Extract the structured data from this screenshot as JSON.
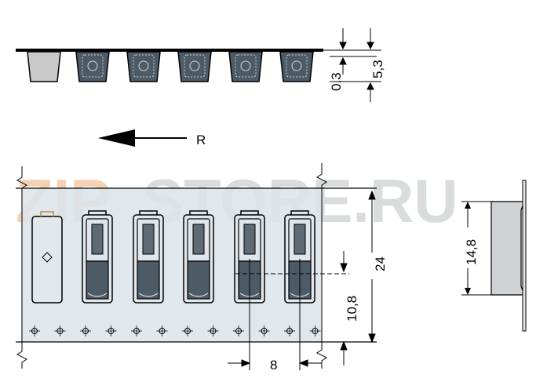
{
  "diagram": {
    "direction_label": "R",
    "dimensions": {
      "pocket_depth": "5,3",
      "cover_thickness": "0,3",
      "tape_width": "24",
      "hole_to_pocket": "10,8",
      "pitch": "8",
      "component_length": "14,8"
    },
    "watermark": {
      "prefix": "ZIP",
      "suffix": "STORE.RU"
    },
    "colors": {
      "line": "#000000",
      "tape_fill": "#dce4ea",
      "empty_pocket": "#c9c9c9",
      "component_dark": "#4d5b66",
      "watermark_orange": "#f3c9a6",
      "watermark_gray": "#d3d6d8"
    }
  }
}
